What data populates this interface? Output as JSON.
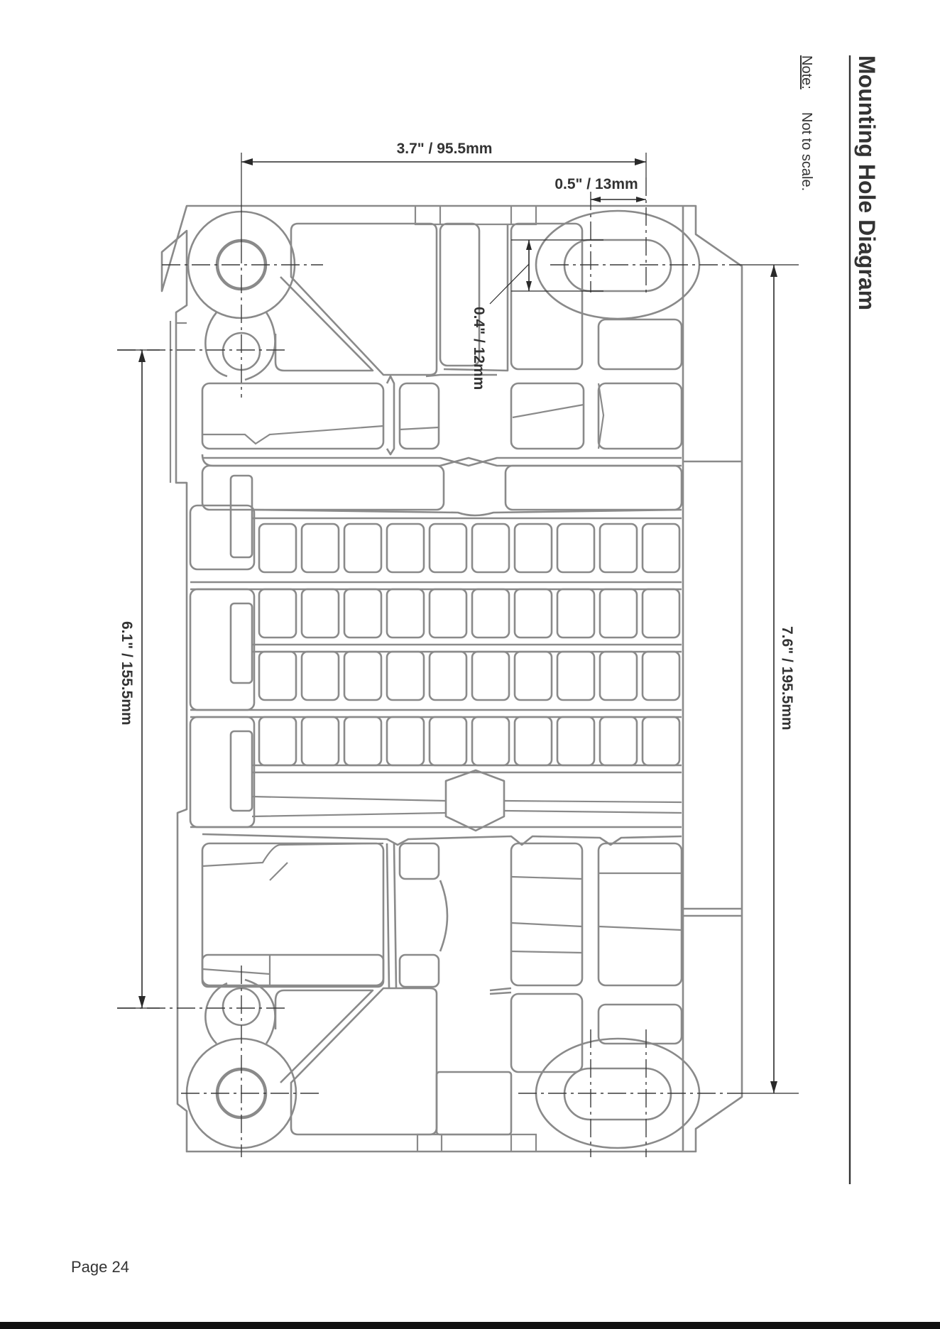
{
  "title": "Mounting Hole Diagram",
  "note": {
    "label": "Note:",
    "text": "Not to scale."
  },
  "dimensions": {
    "hole_spacing_horizontal": "3.7\" / 95.5mm",
    "slot_length": "0.5\" / 13mm",
    "slot_width": "0.4\" / 12mm",
    "hole_spacing_vertical_left": "6.1\" / 155.5mm",
    "hole_spacing_vertical_right": "7.6\" / 195.5mm"
  },
  "footer": {
    "page": "Page 24"
  },
  "colors": {
    "outline": "#8a8a8a",
    "dimension": "#2a2a2a",
    "text": "#333333"
  }
}
